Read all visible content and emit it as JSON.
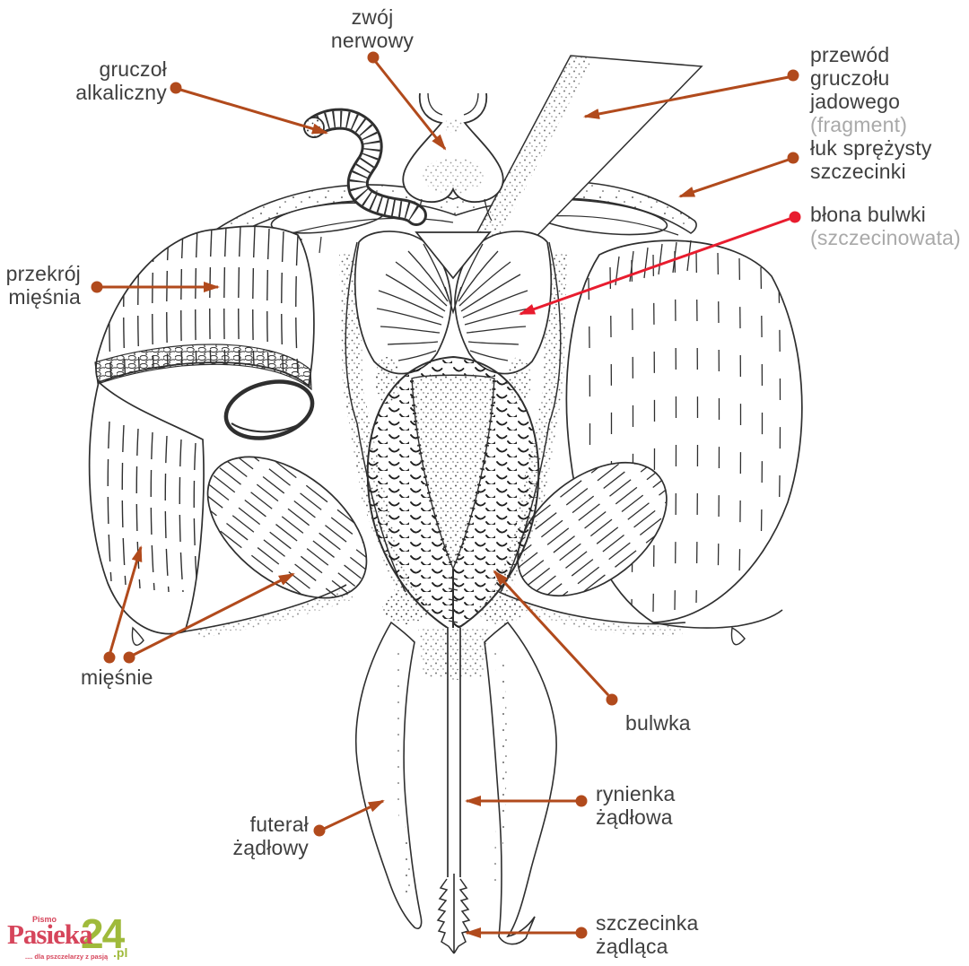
{
  "labels": {
    "zwoj_nerwowy": {
      "line1": "zwój",
      "line2": "nerwowy"
    },
    "gruczol_alkaliczny": {
      "line1": "gruczoł",
      "line2": "alkaliczny"
    },
    "przewod_gruczolu": {
      "line1": "przewód gruczołu",
      "line2": "jadowego",
      "sub": "(fragment)"
    },
    "luk_sprezysty": {
      "line1": "łuk sprężysty",
      "line2": "szczecinki"
    },
    "blona_bulwki": {
      "line1": "błona bulwki",
      "sub": "(szczecinowata)"
    },
    "przekroj_miesnia": {
      "line1": "przekrój",
      "line2": "mięśnia"
    },
    "miesnie": {
      "line1": "mięśnie"
    },
    "bulwka": {
      "line1": "bulwka"
    },
    "rynienka_zadlowa": {
      "line1": "rynienka",
      "line2": "żądłowa"
    },
    "futeral_zadlowy": {
      "line1": "futerał",
      "line2": "żądłowy"
    },
    "szczecinka_zadlaca": {
      "line1": "szczecinka",
      "line2": "żądląca"
    }
  },
  "logo": {
    "pismo": "Pismo",
    "name": "Pasieka",
    "number": "24",
    "tld": ".pl",
    "tagline": ".... dla pszczelarzy z pasją"
  },
  "colors": {
    "arrow_brown": "#b14a1c",
    "arrow_red": "#e81c2e",
    "label_text": "#3f3f3f",
    "label_gray": "#a9a9a9",
    "ink": "#2f2f2f",
    "logo_red": "#d6455b",
    "logo_green": "#9fba3b"
  }
}
